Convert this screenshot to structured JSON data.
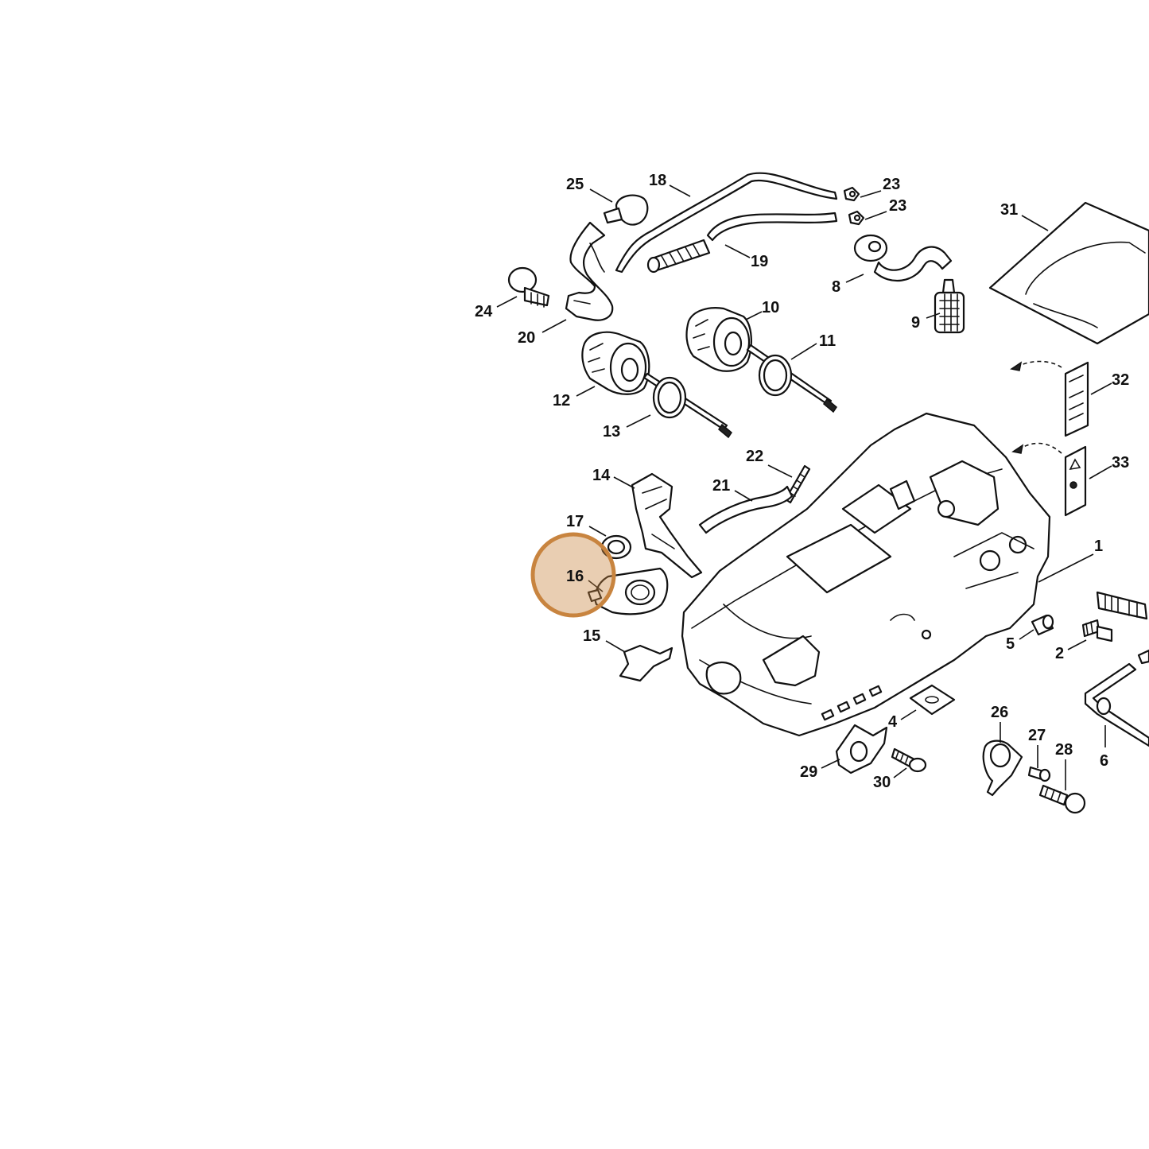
{
  "callouts": [
    {
      "id": "c1",
      "text": "1"
    },
    {
      "id": "c2",
      "text": "2"
    },
    {
      "id": "c4",
      "text": "4"
    },
    {
      "id": "c5",
      "text": "5"
    },
    {
      "id": "c6",
      "text": "6"
    },
    {
      "id": "c8",
      "text": "8"
    },
    {
      "id": "c9",
      "text": "9"
    },
    {
      "id": "c10",
      "text": "10"
    },
    {
      "id": "c11",
      "text": "11"
    },
    {
      "id": "c12",
      "text": "12"
    },
    {
      "id": "c13",
      "text": "13"
    },
    {
      "id": "c14",
      "text": "14"
    },
    {
      "id": "c15",
      "text": "15"
    },
    {
      "id": "c16",
      "text": "16"
    },
    {
      "id": "c17",
      "text": "17"
    },
    {
      "id": "c18",
      "text": "18"
    },
    {
      "id": "c19",
      "text": "19"
    },
    {
      "id": "c20",
      "text": "20"
    },
    {
      "id": "c21",
      "text": "21"
    },
    {
      "id": "c22",
      "text": "22"
    },
    {
      "id": "c23a",
      "text": "23"
    },
    {
      "id": "c23b",
      "text": "23"
    },
    {
      "id": "c24",
      "text": "24"
    },
    {
      "id": "c25",
      "text": "25"
    },
    {
      "id": "c26",
      "text": "26"
    },
    {
      "id": "c27",
      "text": "27"
    },
    {
      "id": "c28",
      "text": "28"
    },
    {
      "id": "c29",
      "text": "29"
    },
    {
      "id": "c30",
      "text": "30"
    },
    {
      "id": "c31",
      "text": "31"
    },
    {
      "id": "c32",
      "text": "32"
    },
    {
      "id": "c33",
      "text": "33"
    }
  ],
  "highlight": {
    "part": "16",
    "color": "#c8843f"
  }
}
